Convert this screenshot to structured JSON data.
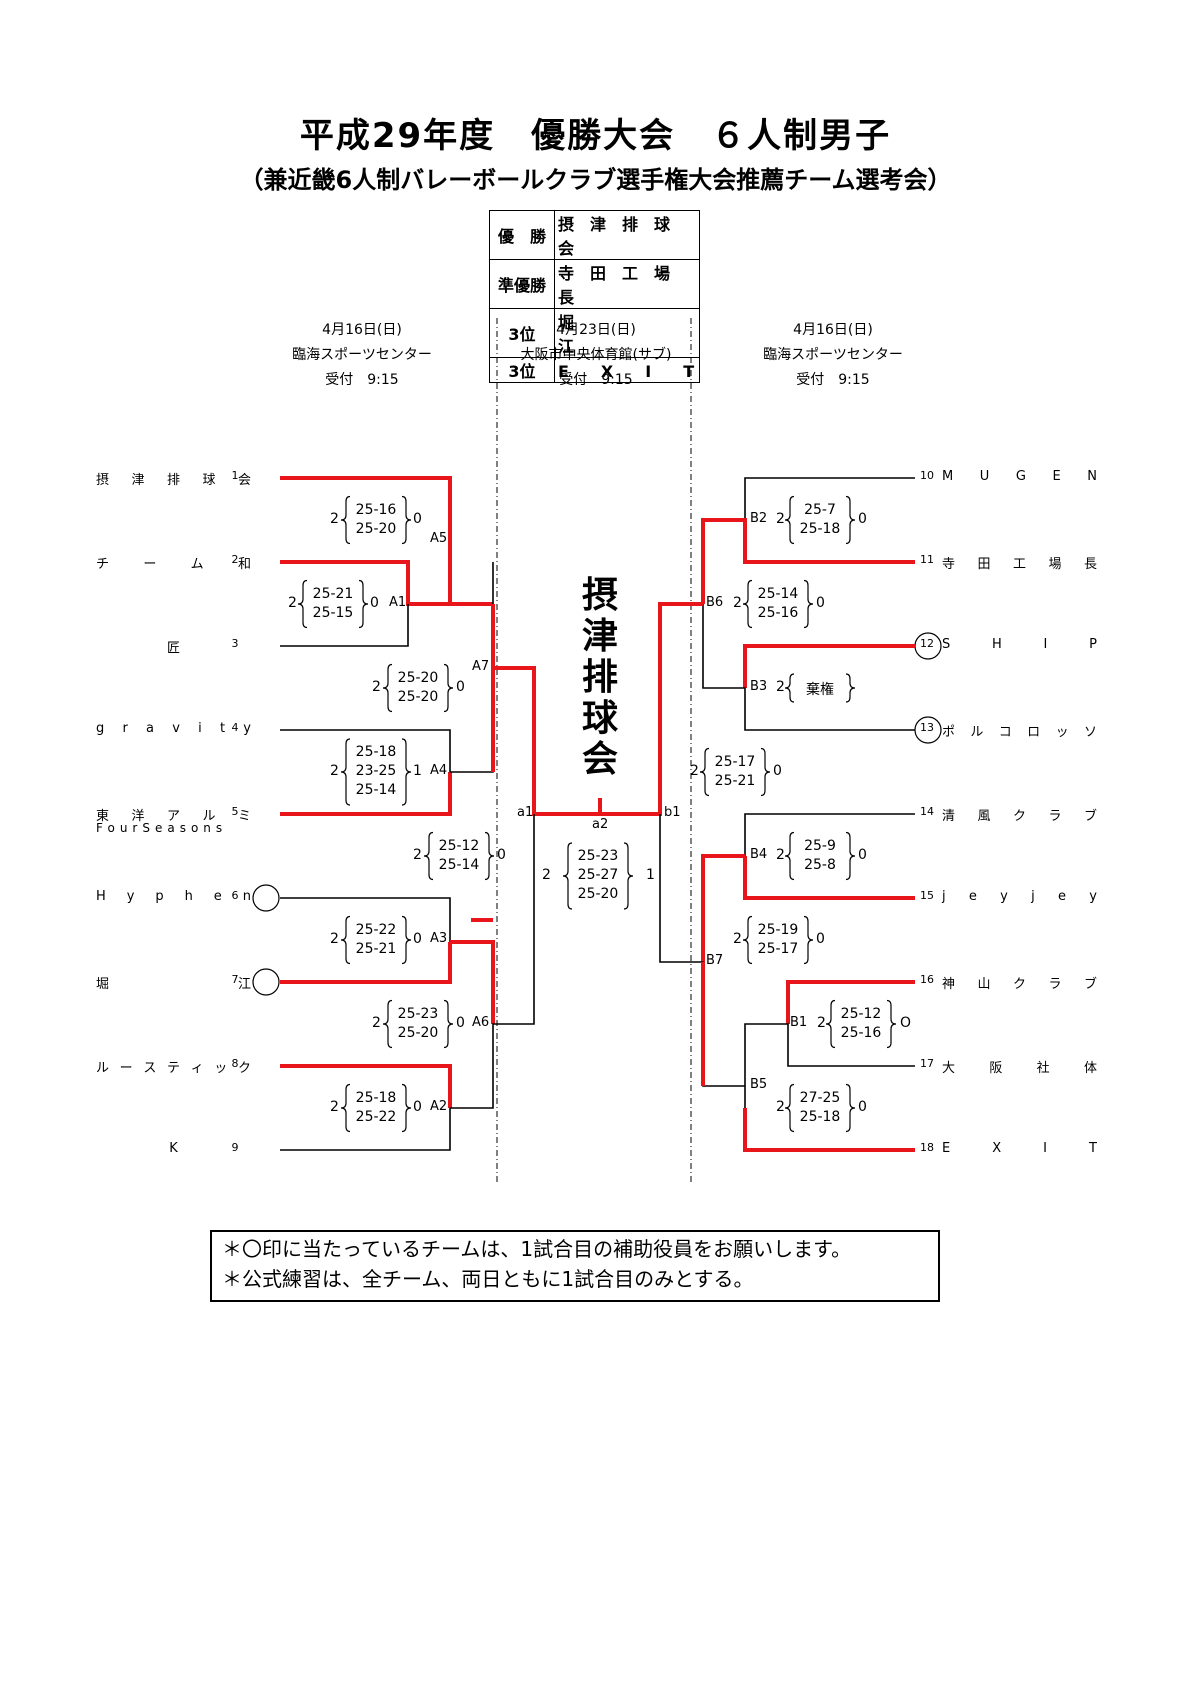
{
  "title": "平成29年度　優勝大会　６人制男子",
  "subtitle": "（兼近畿6人制バレーボールクラブ選手権大会推薦チーム選考会）",
  "results": [
    {
      "rank": "優　勝",
      "team": "摂　津　排　球　会"
    },
    {
      "rank": "準優勝",
      "team": "寺　田　工　場　長"
    },
    {
      "rank": "3位",
      "team": "堀　　　　　　　江"
    },
    {
      "rank": "3位",
      "team": "E　　X　　I　　T"
    }
  ],
  "venues": {
    "left": {
      "date": "4月16日(日)",
      "place": "臨海スポーツセンター",
      "time": "受付　9:15"
    },
    "center": {
      "date": "4月23日(日)",
      "place": "大阪市中央体育館(サブ)",
      "time": "受付　9:15"
    },
    "right": {
      "date": "4月16日(日)",
      "place": "臨海スポーツセンター",
      "time": "受付　9:15"
    }
  },
  "champion": [
    "摂",
    "津",
    "排",
    "球",
    "会"
  ],
  "teams_left": [
    {
      "no": "1",
      "name": "摂津排球会",
      "circled": false
    },
    {
      "no": "2",
      "name": "チーム和",
      "circled": false
    },
    {
      "no": "3",
      "name": "匠",
      "circled": false
    },
    {
      "no": "4",
      "name": "gravity",
      "circled": false
    },
    {
      "no": "5",
      "name": "東洋アルミ",
      "name2": "FourSeasons",
      "circled": false
    },
    {
      "no": "6",
      "name": "Hyphen",
      "circled": true
    },
    {
      "no": "7",
      "name": "堀江",
      "circled": true
    },
    {
      "no": "8",
      "name": "ルースティック",
      "circled": false
    },
    {
      "no": "9",
      "name": "K",
      "circled": false
    }
  ],
  "teams_right": [
    {
      "no": "10",
      "name": "MUGEN",
      "circled": false
    },
    {
      "no": "11",
      "name": "寺田工場長",
      "circled": false
    },
    {
      "no": "12",
      "name": "SHIP",
      "circled": true
    },
    {
      "no": "13",
      "name": "ポルコロッソ",
      "circled": true
    },
    {
      "no": "14",
      "name": "清風クラブ",
      "circled": false
    },
    {
      "no": "15",
      "name": "jeyjey",
      "circled": false
    },
    {
      "no": "16",
      "name": "神山クラブ",
      "circled": false
    },
    {
      "no": "17",
      "name": "大阪社体",
      "circled": false
    },
    {
      "no": "18",
      "name": "EXIT",
      "circled": false
    }
  ],
  "matches": [
    {
      "id": "A5",
      "w": "2",
      "sets": [
        "25-16",
        "25-20"
      ],
      "l": "0"
    },
    {
      "id": "A1",
      "w": "2",
      "sets": [
        "25-21",
        "25-15"
      ],
      "l": "0"
    },
    {
      "id": "A7",
      "w": "2",
      "sets": [
        "25-20",
        "25-20"
      ],
      "l": "0"
    },
    {
      "id": "A4",
      "w": "2",
      "sets": [
        "25-18",
        "23-25",
        "25-14"
      ],
      "l": "1"
    },
    {
      "id": "a1",
      "w": "2",
      "sets": [
        "25-12",
        "25-14"
      ],
      "l": "0"
    },
    {
      "id": "A3",
      "w": "2",
      "sets": [
        "25-22",
        "25-21"
      ],
      "l": "0"
    },
    {
      "id": "A6",
      "w": "2",
      "sets": [
        "25-23",
        "25-20"
      ],
      "l": "0"
    },
    {
      "id": "A2",
      "w": "2",
      "sets": [
        "25-18",
        "25-22"
      ],
      "l": "0"
    },
    {
      "id": "a2",
      "w": "2",
      "sets": [
        "25-23",
        "25-27",
        "25-20"
      ],
      "l": "1"
    },
    {
      "id": "B2",
      "w": "2",
      "sets": [
        "25-7",
        "25-18"
      ],
      "l": "0"
    },
    {
      "id": "B6",
      "w": "2",
      "sets": [
        "25-14",
        "25-16"
      ],
      "l": "0"
    },
    {
      "id": "B3",
      "w": "2",
      "sets": [
        "棄権"
      ],
      "l": ""
    },
    {
      "id": "b1",
      "w": "2",
      "sets": [
        "25-17",
        "25-21"
      ],
      "l": "0"
    },
    {
      "id": "B4",
      "w": "2",
      "sets": [
        "25-9",
        "25-8"
      ],
      "l": "0"
    },
    {
      "id": "B7",
      "w": "2",
      "sets": [
        "25-19",
        "25-17"
      ],
      "l": "0"
    },
    {
      "id": "B1",
      "w": "2",
      "sets": [
        "25-12",
        "25-16"
      ],
      "l": "O"
    },
    {
      "id": "B5",
      "w": "2",
      "sets": [
        "27-25",
        "25-18"
      ],
      "l": "0"
    }
  ],
  "notes": [
    "＊〇印に当たっているチームは、1試合目の補助役員をお願いします。",
    "＊公式練習は、全チーム、両日ともに1試合目のみとする。"
  ],
  "colors": {
    "winner_line": "#e8151b",
    "line": "#000000"
  }
}
